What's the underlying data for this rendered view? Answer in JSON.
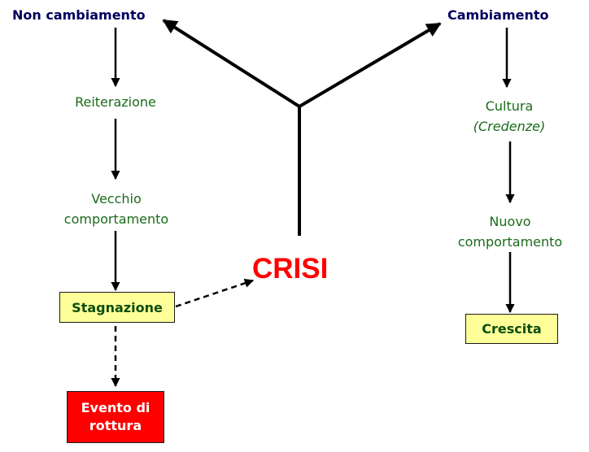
{
  "left_branch": {
    "title": "Non cambiamento",
    "step1": "Reiterazione",
    "step2_line1": "Vecchio",
    "step2_line2": "comportamento",
    "box": "Stagnazione",
    "outcome_line1": "Evento di",
    "outcome_line2": "rottura"
  },
  "right_branch": {
    "title": "Cambiamento",
    "step1_line1": "Cultura",
    "step1_line2": "(Credenze)",
    "step2_line1": "Nuovo",
    "step2_line2": "comportamento",
    "box": "Crescita"
  },
  "center": {
    "label": "CRISI"
  },
  "colors": {
    "title": "#00005e",
    "step_text": "#1a6b1a",
    "box_fill": "#ffff99",
    "outcome_fill": "#ff0000",
    "crisi_text": "#ff0000",
    "arrow": "#000000"
  }
}
